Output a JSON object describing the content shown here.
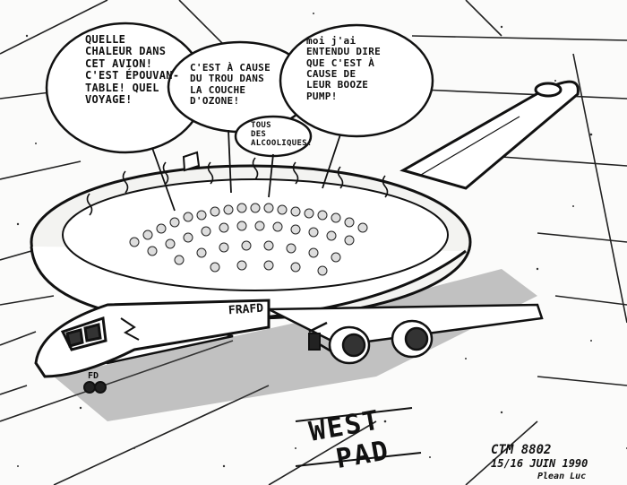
{
  "bubbles": {
    "left": [
      "QUELLE",
      "CHALEUR DANS",
      "CET AVION!",
      "C'EST ÉPOUVAN-",
      "TABLE! QUEL",
      "VOYAGE!"
    ],
    "middle": [
      "C'EST À CAUSE",
      "DU TROU DANS",
      "LA COUCHE",
      "D'OZONE!"
    ],
    "right": [
      "moi j'ai",
      "ENTENDU DIRE",
      "QUE C'EST À",
      "CAUSE DE",
      "LEUR BOOZE",
      "PUMP!"
    ],
    "small": [
      "TOUS",
      "DES",
      "ALCOOLIQUES!"
    ]
  },
  "labels": {
    "fuselage": "FRAFD",
    "nose": "FD",
    "pad_line1": "WEST",
    "pad_line2": "PAD",
    "signature_ref": "CTM 8802",
    "signature_date": "15/16 JUIN 1990",
    "signature_name": "Plean Luc"
  },
  "colors": {
    "ink": "#111111",
    "paper": "#fbfbfa"
  }
}
